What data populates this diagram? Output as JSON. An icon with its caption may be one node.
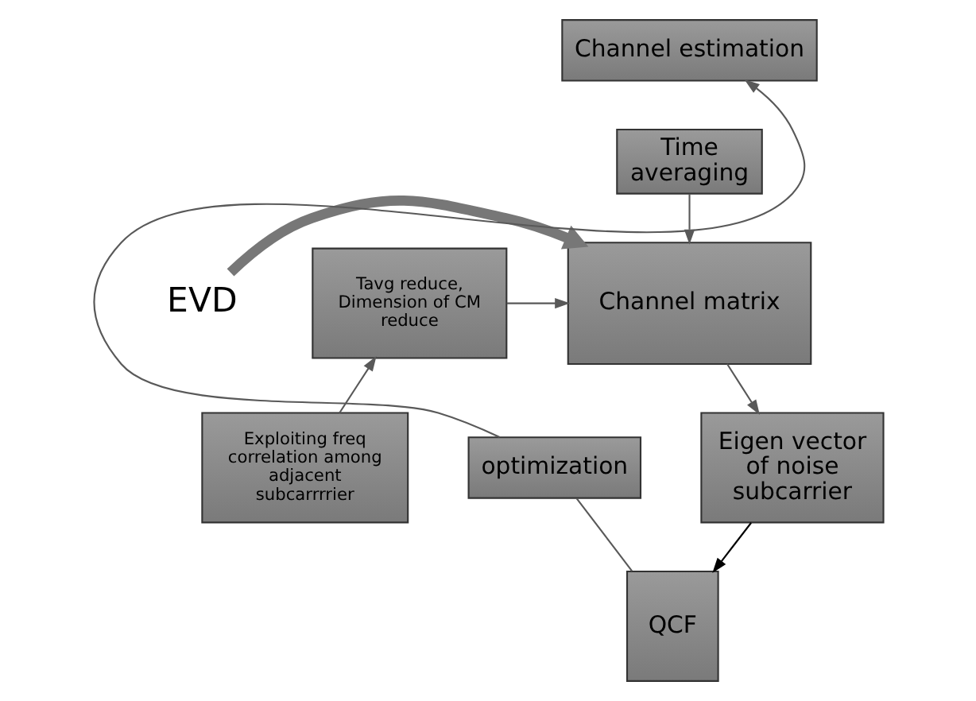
{
  "diagram": {
    "nodes": [
      {
        "text": [
          "Channel estimation"
        ]
      },
      {
        "text": [
          "Time averaging"
        ]
      },
      {
        "text": [
          "EVD"
        ]
      },
      {
        "text": [
          "Channel matrix"
        ]
      },
      {
        "text": [
          "Tavg reduce, Dimension of CM reduce"
        ]
      },
      {
        "text": [
          "optimization"
        ]
      },
      {
        "text": [
          "Eigen vector of noise subcarrier"
        ]
      },
      {
        "text": [
          "Exploiting freq correlation among adjacent subcarrrrier"
        ]
      },
      {
        "text": [
          "QCF"
        ]
      }
    ],
    "edges": [
      {
        "from": 5,
        "to": 0,
        "arrow": "to"
      },
      {
        "from": 1,
        "to": 3,
        "arrow": "to"
      },
      {
        "from": 2,
        "to": 3,
        "arrow": "to",
        "style": "thick"
      },
      {
        "from": 4,
        "to": 3,
        "arrow": "to"
      },
      {
        "from": 7,
        "to": 4,
        "arrow": "to"
      },
      {
        "from": 3,
        "to": 6,
        "arrow": "to"
      },
      {
        "from": 6,
        "to": 8,
        "arrow": "to",
        "color": "#000000"
      },
      {
        "from": 5,
        "to": 8,
        "arrow": "none"
      }
    ]
  }
}
